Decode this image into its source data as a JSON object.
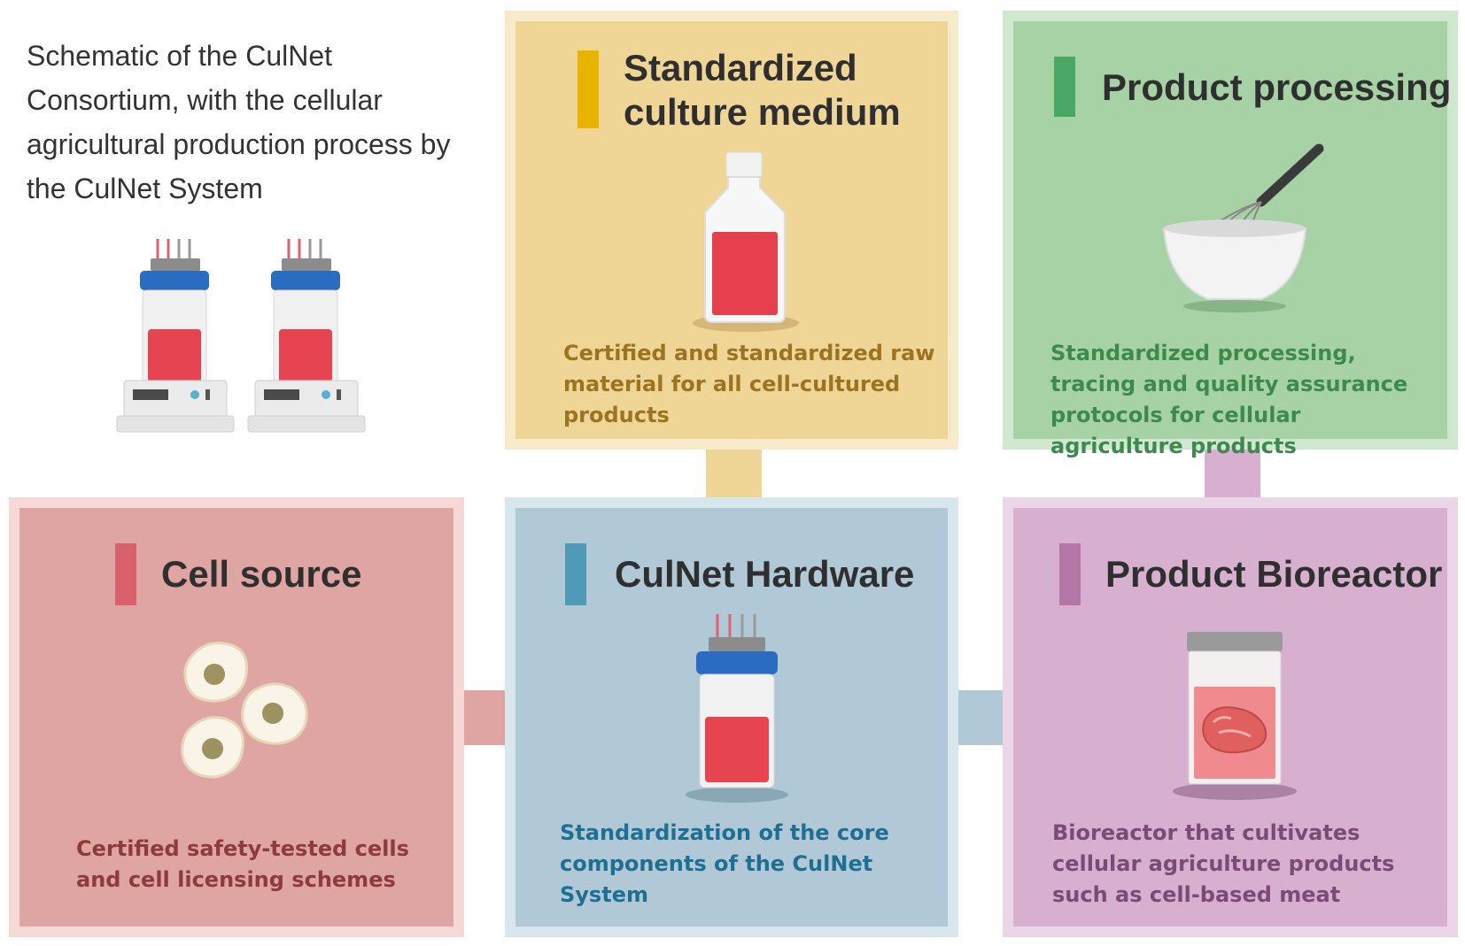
{
  "intro": {
    "title": "Schematic of the CulNet Consortium, with the cellular agricultural production process by the CulNet System"
  },
  "panels": {
    "medium": {
      "title_line1": "Standardized",
      "title_line2": "culture medium",
      "description": "Certified and standardized raw material for all cell-cultured products",
      "icon": "culture-medium-bottle-icon"
    },
    "processing": {
      "title": "Product processing",
      "description": "Standardized processing, tracing and quality assurance protocols for cellular agriculture products",
      "icon": "mixing-bowl-whisk-icon"
    },
    "cell_source": {
      "title": "Cell source",
      "description": "Certified safety-tested cells and cell licensing schemes",
      "icon": "cells-icon"
    },
    "hardware": {
      "title": "CulNet Hardware",
      "description": "Standardization of the core components of the CulNet System",
      "icon": "bioreactor-vessel-icon"
    },
    "bioreactor": {
      "title": "Product Bioreactor",
      "description": "Bioreactor that cultivates cellular agriculture products such as cell-based meat",
      "icon": "meat-container-icon"
    }
  },
  "colors": {
    "medium_bg": "#f0d696",
    "medium_accent": "#e8b400",
    "medium_text": "#9a7420",
    "processing_bg": "#a7d2a6",
    "processing_accent": "#4aa866",
    "processing_text": "#3d8a4e",
    "cell_bg": "#dea5a2",
    "cell_accent": "#d9616e",
    "cell_text": "#8d3b3b",
    "hardware_bg": "#b1c9d6",
    "hardware_accent": "#4f9ab8",
    "hardware_text": "#1f6f93",
    "bioreactor_bg": "#d7afcf",
    "bioreactor_accent": "#b577a8",
    "bioreactor_text": "#7c4a77"
  }
}
